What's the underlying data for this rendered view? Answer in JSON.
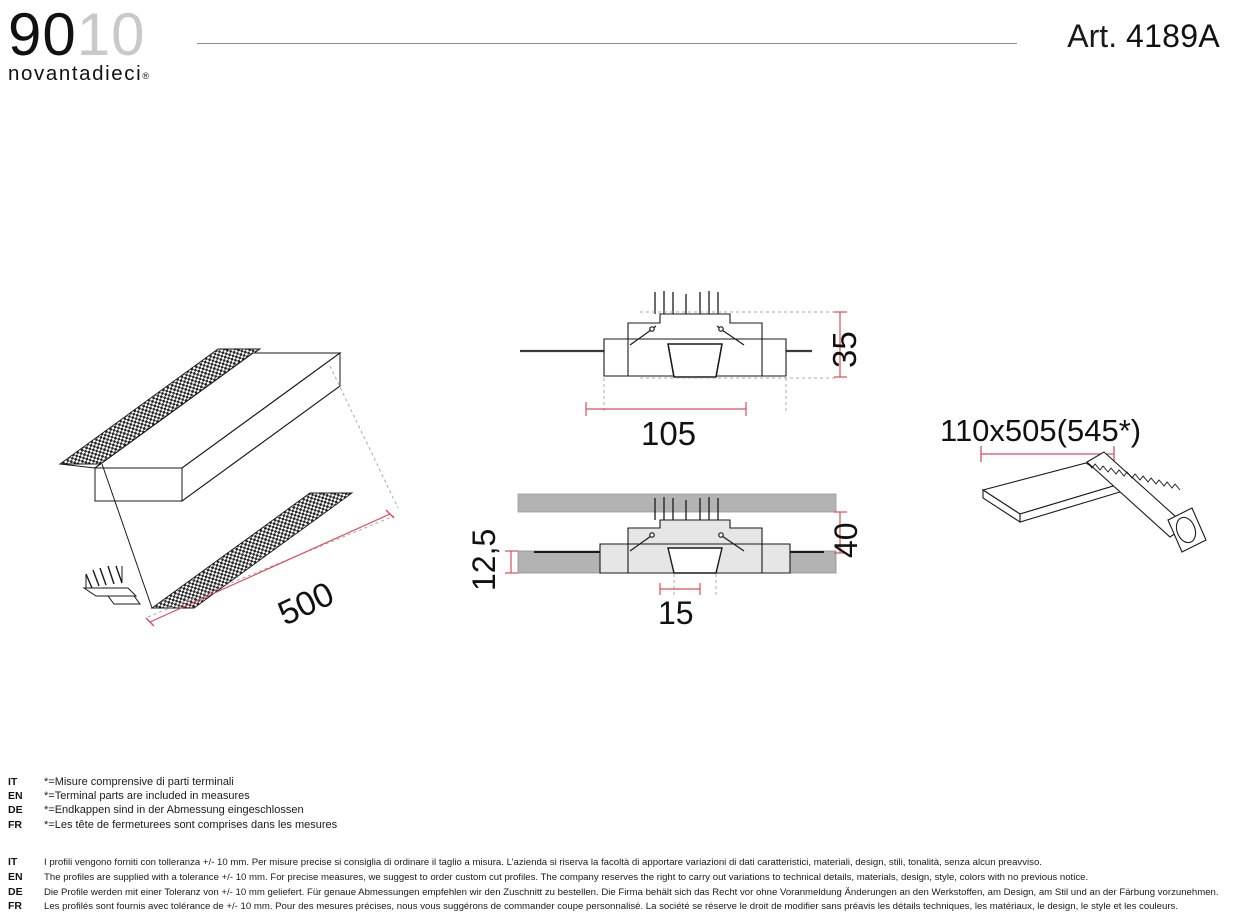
{
  "header": {
    "logo_digits_dark": "90",
    "logo_digits_light": "10",
    "logo_word": "novantadieci",
    "logo_registered": "®",
    "article_prefix": "Art.",
    "article_number": "4189A"
  },
  "drawings": {
    "isometric": {
      "name": "Isometric product view",
      "dimension_label": "500"
    },
    "section_front": {
      "name": "Front cross-section",
      "width_label": "105",
      "height_label": "35"
    },
    "section_installed": {
      "name": "Installed cross-section",
      "recess_depth_label": "40",
      "ceiling_thickness_label": "12,5",
      "aperture_label": "15"
    },
    "cutout": {
      "name": "Cut-out / saw detail",
      "dimension_label": "110x505(545*)"
    }
  },
  "notes": {
    "terminal_parts": [
      {
        "lang": "IT",
        "text": "*=Misure comprensive di parti terminali"
      },
      {
        "lang": "EN",
        "text": "*=Terminal parts are included in measures"
      },
      {
        "lang": "DE",
        "text": "*=Endkappen sind in der Abmessung eingeschlossen"
      },
      {
        "lang": "FR",
        "text": "*=Les tête de fermeturees sont comprises dans les mesures"
      }
    ],
    "tolerance": [
      {
        "lang": "IT",
        "text": "I profili vengono forniti con tolleranza +/- 10 mm. Per misure precise si consiglia di ordinare il taglio a misura. L’azienda si riserva la facoltà di apportare variazioni di dati caratteristici, materiali, design, stili, tonalità, senza alcun preavviso."
      },
      {
        "lang": "EN",
        "text": "The profiles are supplied with a tolerance +/- 10 mm. For precise measures, we suggest to order custom cut profiles. The company reserves the right to carry out variations to technical details, materials, design, style, colors with no previous notice."
      },
      {
        "lang": "DE",
        "text": "Die Profile werden mit einer Toleranz von +/- 10 mm geliefert. Für genaue Abmessungen empfehlen wir den Zuschnitt zu bestellen. Die Firma behält sich das Recht vor ohne Voranmeldung Änderungen an den Werkstoffen, am Design, am Stil und an der Färbung vorzunehmen."
      },
      {
        "lang": "FR",
        "text": "Les profilés sont fournis avec tolérance de +/- 10 mm. Pour des mesures précises, nous vous suggérons de commander coupe personnalisé. La société se réserve le droit de modifier sans préavis les détails techniques, les matériaux, le design, le style et les couleurs."
      }
    ]
  },
  "colors": {
    "dimension_red": "#e8606a",
    "line_dark": "#1a1a1a",
    "ceiling_gray": "#b3b3b3",
    "profile_fill": "#e6e6e6",
    "extension_gray": "#aaaaaa",
    "logo_light_gray": "#c9c9c9"
  }
}
